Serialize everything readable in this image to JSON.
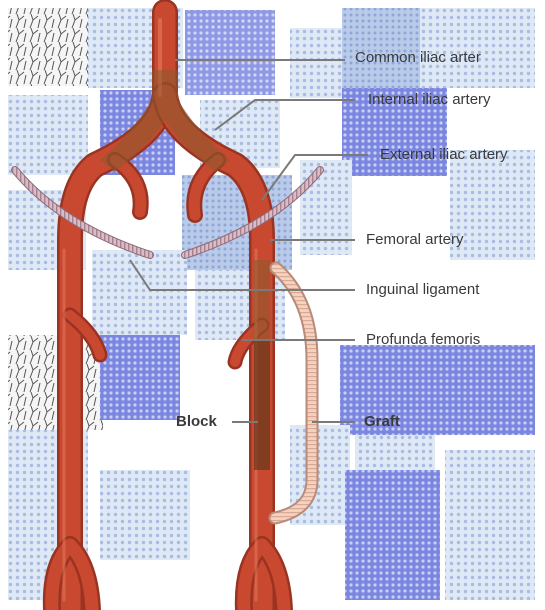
{
  "diagram": {
    "labels": {
      "common_iliac": "Common iliac arter",
      "internal_iliac": "Internal iliac artery",
      "external_iliac": "External iliac artery",
      "femoral": "Femoral artery",
      "inguinal": "Inguinal ligament",
      "profunda": "Profunda femoris",
      "block": "Block",
      "graft": "Graft"
    },
    "colors": {
      "artery": "#c8492f",
      "artery_dark": "#9a3322",
      "artery_highlight": "#e0765a",
      "block_area": "#8a5a2e",
      "graft": "#f3d2c0",
      "graft_outline": "#b88a78",
      "ligament": "#c9a9b3",
      "leader_line": "#7a7a7a",
      "tile_blue": "#6f79dd",
      "tile_light": "#b9cbe8",
      "tile_pale": "#dde6f3"
    }
  }
}
